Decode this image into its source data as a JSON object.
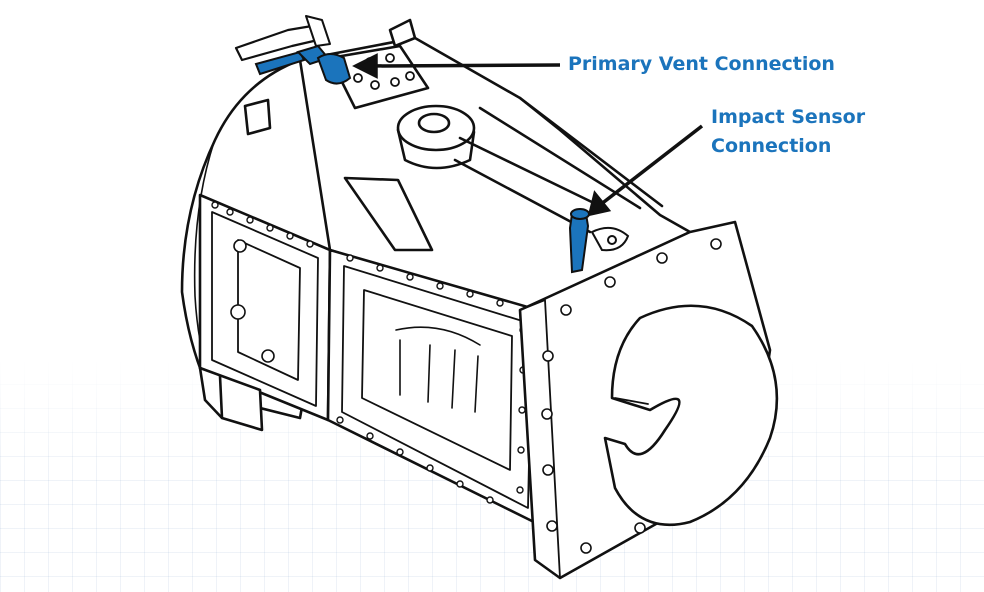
{
  "colors": {
    "accent": "#1b74bc",
    "outline": "#111111",
    "body_fill": "#ffffff",
    "grid": "#c9d7e8"
  },
  "callouts": {
    "primary_vent": {
      "lines": [
        "Primary Vent Connection"
      ]
    },
    "impact_sensor": {
      "lines": [
        "Impact Sensor",
        "Connection"
      ]
    }
  }
}
